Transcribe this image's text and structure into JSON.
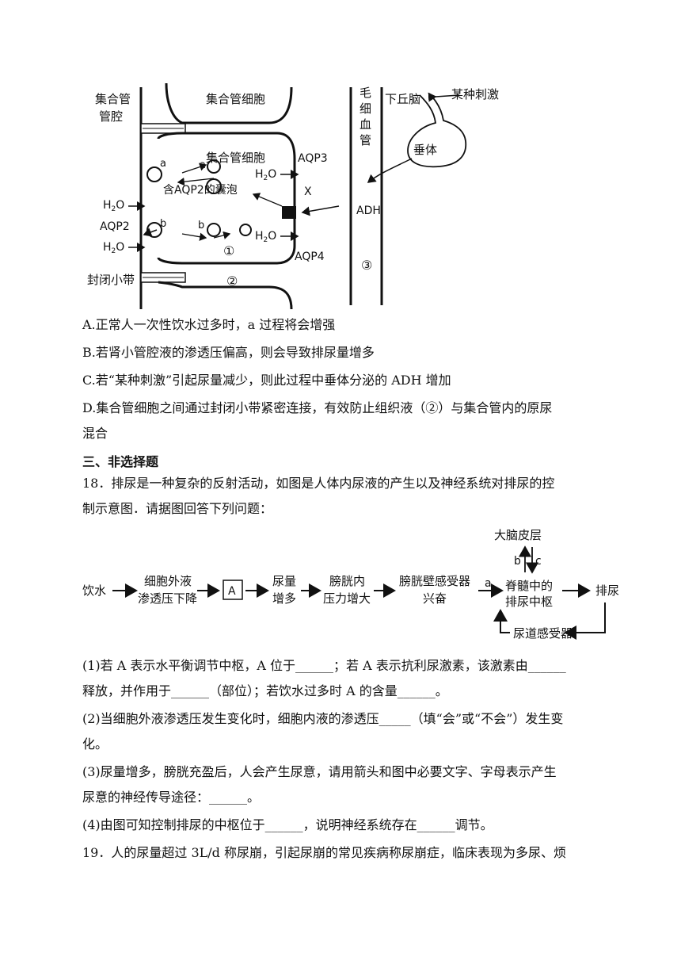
{
  "figure1": {
    "label_duct_lumen": [
      "集合管",
      "管腔"
    ],
    "label_cell_top": "集合管细胞",
    "label_cell_mid": "集合管细胞",
    "label_aqp3": "AQP3",
    "label_h2o_1": "H",
    "label_h2o_2": "H",
    "label_h2o_3": "H",
    "label_h2o_4": "H",
    "label_h2o_sub": "2",
    "label_h2o_tail": "O",
    "label_a1": "a",
    "label_a2": "a",
    "label_b1": "b",
    "label_b2": "b",
    "label_vesicle": "含AQP2的囊泡",
    "label_x": "X",
    "label_aqp2": "AQP2",
    "label_aqp4": "AQP4",
    "label_circle1": "①",
    "label_circle2": "②",
    "label_circle3": "③",
    "label_tight_junction": "封闭小带",
    "label_capillary": [
      "毛",
      "细",
      "血",
      "管"
    ],
    "label_hypothalamus": "下丘脑",
    "label_stimulus": "某种刺激",
    "label_pituitary": "垂体",
    "label_adh": "ADH"
  },
  "q17_options": {
    "A": "A.正常人一次性饮水过多时，a 过程将会增强",
    "B": "B.若肾小管腔液的渗透压偏高，则会导致排尿量增多",
    "C": "C.若“某种刺激”引起尿量减少，则此过程中垂体分泌的 ADH 增加",
    "D1": "D.集合管细胞之间通过封闭小带紧密连接，有效防止组织液（②）与集合管内的原尿",
    "D2": "混合"
  },
  "section_heading": "三、非选择题",
  "q18": {
    "intro1": "18．排尿是一种复杂的反射活动，如图是人体内尿液的产生以及神经系统对排尿的控",
    "intro2": "制示意图．请据图回答下列问题：",
    "figure": {
      "cortex": "大脑皮层",
      "b": "b",
      "c": "c",
      "drink": "饮水",
      "ecf1": "细胞外液",
      "ecf2": "渗透压下降",
      "A": "A",
      "urine1": "尿量",
      "urine2": "增多",
      "bladder1": "膀胱内",
      "bladder2": "压力增大",
      "receptor1": "膀胱壁感受器",
      "receptor2": "兴奋",
      "a": "a",
      "spinal1": "脊髓中的",
      "spinal2": "排尿中枢",
      "urinate": "排尿",
      "urethra": "尿道感受器"
    },
    "p1_1": "(1)若 A 表示水平衡调节中枢，A 位于______；若 A 表示抗利尿激素，该激素由______",
    "p1_2": "释放，并作用于______（部位）；若饮水过多时 A 的含量______。",
    "p2_1": "(2)当细胞外液渗透压发生变化时，细胞内液的渗透压_____（填“会”或“不会”）发生变",
    "p2_2": "化。",
    "p3_1": "(3)尿量增多，膀胱充盈后，人会产生尿意，请用箭头和图中必要文字、字母表示产生",
    "p3_2": "尿意的神经传导途径：______。",
    "p4": "(4)由图可知控制排尿的中枢位于______，说明神经系统存在______调节。"
  },
  "q19": {
    "line1": "19．人的尿量超过 3L/d 称尿崩，引起尿崩的常见疾病称尿崩症，临床表现为多尿、烦"
  }
}
